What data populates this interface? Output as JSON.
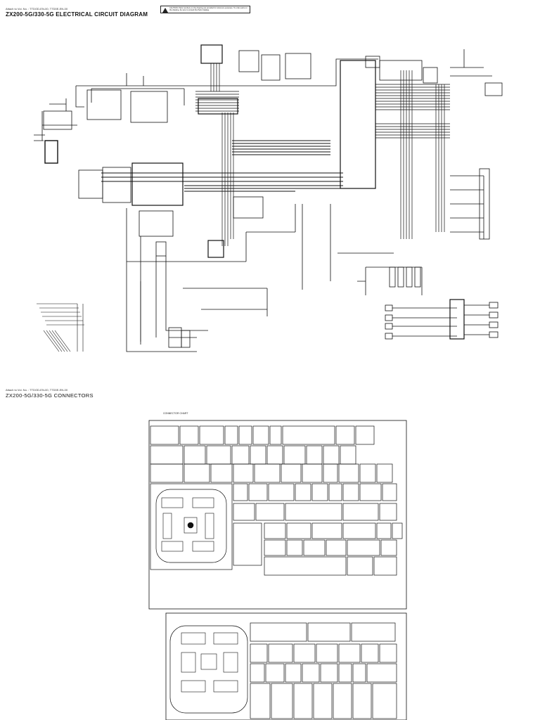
{
  "header": {
    "attach_note": "Attach to Vol. No. : TTDOD-EN-00, TTD0E-EN-00",
    "title": "ZX200-5G/330-5G ELECTRICAL CIRCUIT DIAGRAM",
    "caution": "CAUTION: Parts numbers on the drawing are provided for reference purposes. To order parts on the drawing, be sure to consult the Parts Catalog."
  },
  "connectors_section": {
    "attach_note": "Attach to Vol. No. : TTDOD-EN-00, TTD0E-EN-00",
    "title": "ZX200-5G/330-5G CONNECTORS",
    "chart_label": "CONNECTOR CHART"
  }
}
